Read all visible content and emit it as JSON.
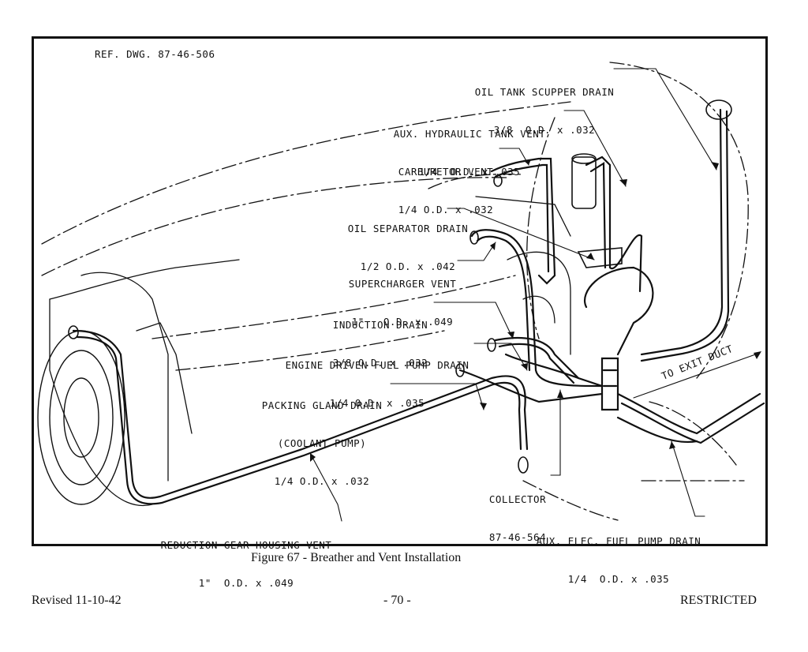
{
  "ref_drawing": "REF. DWG. 87-46-506",
  "labels": {
    "oil_tank_scupper_drain": {
      "name": "OIL TANK SCUPPER DRAIN",
      "spec": "3/8  O.D. x .032"
    },
    "aux_hydraulic_tank_vent": {
      "name": "AUX. HYDRAULIC TANK VENT",
      "spec": "1/4  O.D. x .035"
    },
    "carburetor_vent": {
      "name": "CARBURETOR VENT",
      "spec": "1/4 O.D. x .032"
    },
    "oil_separator_drain": {
      "name": "OIL SEPARATOR DRAIN",
      "spec": "1/2 O.D. x .042"
    },
    "supercharger_vent": {
      "name": "SUPERCHARGER VENT",
      "spec": "1\"   O.D. x .049"
    },
    "induction_drain": {
      "name": "INDUCTION DRAIN",
      "spec": "3/8 O.D. x .032"
    },
    "engine_driven_fuel_pump_drain": {
      "name": "ENGINE DRIVEN FUEL PUMP DRAIN",
      "spec": "1/4 O.D. x .035"
    },
    "packing_gland_drain": {
      "name": "PACKING GLAND DRAIN",
      "sub": "(COOLANT PUMP)",
      "spec": "1/4 O.D. x .032"
    },
    "collector": {
      "name": "COLLECTOR",
      "spec": "87-46-564"
    },
    "reduction_gear_housing_vent": {
      "name": "REDUCTION GEAR HOUSING VENT",
      "spec": "1\"  O.D. x .049"
    },
    "aux_elec_fuel_pump_drain": {
      "name": "AUX. ELEC. FUEL PUMP DRAIN",
      "spec": "1/4  O.D. x .035"
    },
    "to_exit_duct": "TO EXIT DUCT"
  },
  "caption": "Figure 67 - Breather and Vent Installation",
  "footer": {
    "revised": "Revised 11-10-42",
    "page": "- 70 -",
    "classification": "RESTRICTED"
  }
}
